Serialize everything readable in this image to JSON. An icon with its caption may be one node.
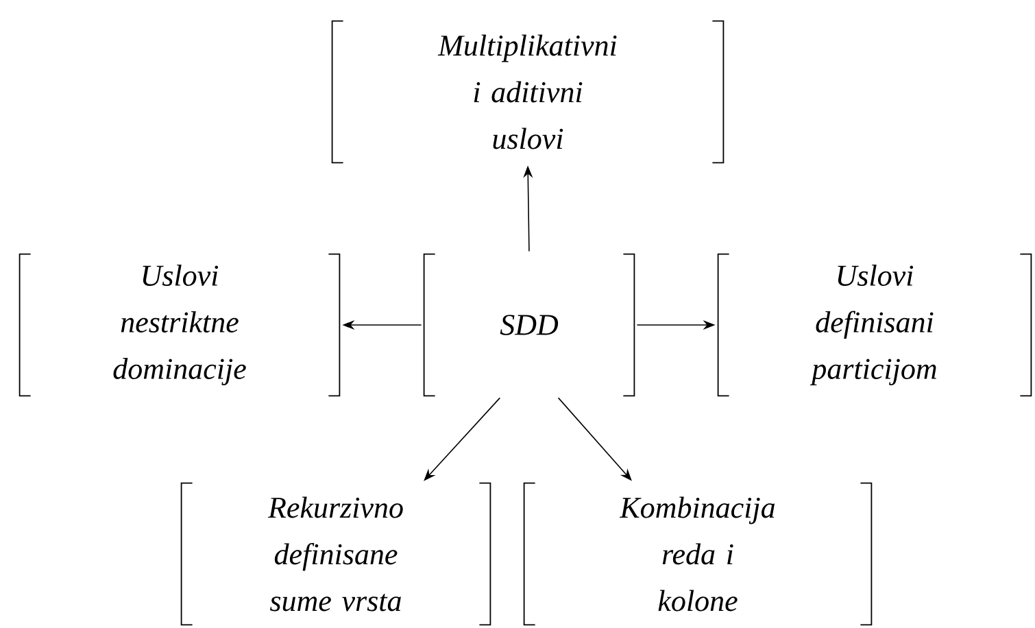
{
  "diagram": {
    "nodes": [
      {
        "text": [
          "Multiplikativni i aditivni uslovi"
        ]
      },
      {
        "text": [
          "Uslovi nestriktne dominacije"
        ]
      },
      {
        "text": [
          "SDD"
        ]
      },
      {
        "text": [
          "Uslovi definisani particijom"
        ]
      },
      {
        "text": [
          "Rekurzivno definisane sume vrsta"
        ]
      },
      {
        "text": [
          "Kombinacija reda i kolone"
        ]
      }
    ],
    "edges": [
      {
        "from": 2,
        "to": 0,
        "arrow": "to"
      },
      {
        "from": 2,
        "to": 1,
        "arrow": "to"
      },
      {
        "from": 2,
        "to": 3,
        "arrow": "to"
      },
      {
        "from": 2,
        "to": 4,
        "arrow": "to"
      },
      {
        "from": 2,
        "to": 5,
        "arrow": "to"
      }
    ]
  }
}
